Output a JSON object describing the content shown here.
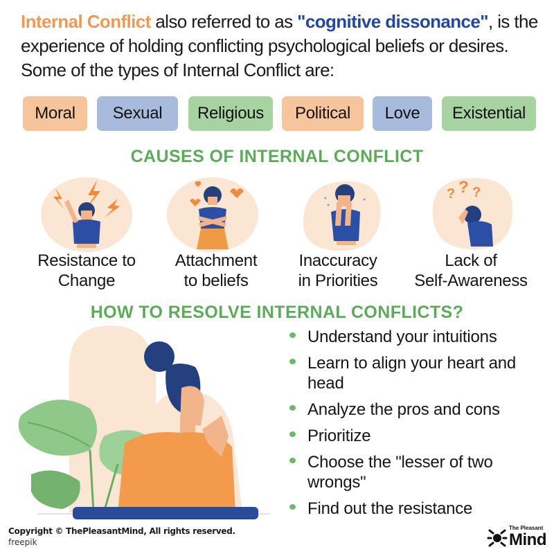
{
  "intro": {
    "term": "Internal Conflict",
    "text_1": " also referred to as ",
    "alias": "\"cognitive dissonance\"",
    "text_2": ", is the experience of holding conflicting psychological beliefs or desires. Some of the types of Internal Conflict are:"
  },
  "types": [
    {
      "label": "Moral",
      "color": "#f6c59c"
    },
    {
      "label": "Sexual",
      "color": "#a9bbdd"
    },
    {
      "label": "Religious",
      "color": "#a7d3a3"
    },
    {
      "label": "Political",
      "color": "#f6c59c"
    },
    {
      "label": "Love",
      "color": "#a9bbdd"
    },
    {
      "label": "Existential",
      "color": "#a7d3a3"
    }
  ],
  "causes": {
    "title": "CAUSES OF INTERNAL CONFLICT",
    "items": [
      {
        "line1": "Resistance to",
        "line2": "Change",
        "icon": "frustrated-woman-lightning-icon"
      },
      {
        "line1": "Attachment",
        "line2": "to beliefs",
        "icon": "woman-hugging-self-hearts-icon"
      },
      {
        "line1": "Inaccuracy",
        "line2": "in Priorities",
        "icon": "woman-covering-face-icon"
      },
      {
        "line1": "Lack of",
        "line2": "Self-Awareness",
        "icon": "confused-woman-question-marks-icon"
      }
    ]
  },
  "resolve": {
    "title": "HOW TO RESOLVE INTERNAL CONFLICTS?",
    "tips": [
      "Understand your intuitions",
      "Learn to align your heart and head",
      "Analyze the pros and cons",
      "Prioritize",
      "Choose the \"lesser of two wrongs\"",
      "Find out the resistance"
    ]
  },
  "footer": {
    "copyright": "Copyright © ThePleasantMind, All rights reserved.",
    "credit": "freepik",
    "brand_small": "The Pleasant",
    "brand_big": "Mind"
  },
  "colors": {
    "orange_accent": "#ec9a55",
    "blue_accent": "#24489b",
    "green_heading": "#5fa95c",
    "illustration_blue": "#2a4a9a",
    "illustration_skin": "#f2b48a",
    "blob": "#fbe6d4"
  }
}
